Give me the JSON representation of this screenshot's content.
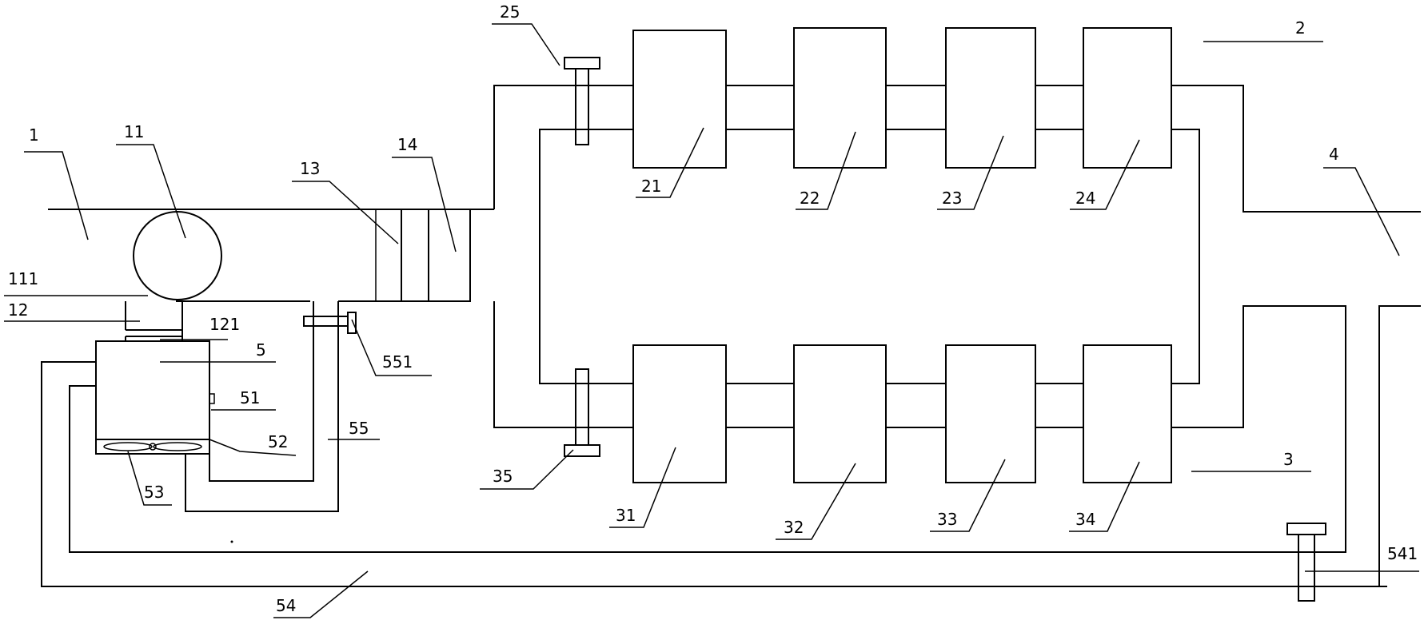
{
  "labels": {
    "l1": "1",
    "l11": "11",
    "l111": "111",
    "l12": "12",
    "l121": "121",
    "l13": "13",
    "l14": "14",
    "l2": "2",
    "l21": "21",
    "l22": "22",
    "l23": "23",
    "l24": "24",
    "l25": "25",
    "l3": "3",
    "l31": "31",
    "l32": "32",
    "l33": "33",
    "l34": "34",
    "l35": "35",
    "l4": "4",
    "l5": "5",
    "l51": "51",
    "l52": "52",
    "l53": "53",
    "l54": "54",
    "l541": "541",
    "l55": "55",
    "l551": "551"
  }
}
